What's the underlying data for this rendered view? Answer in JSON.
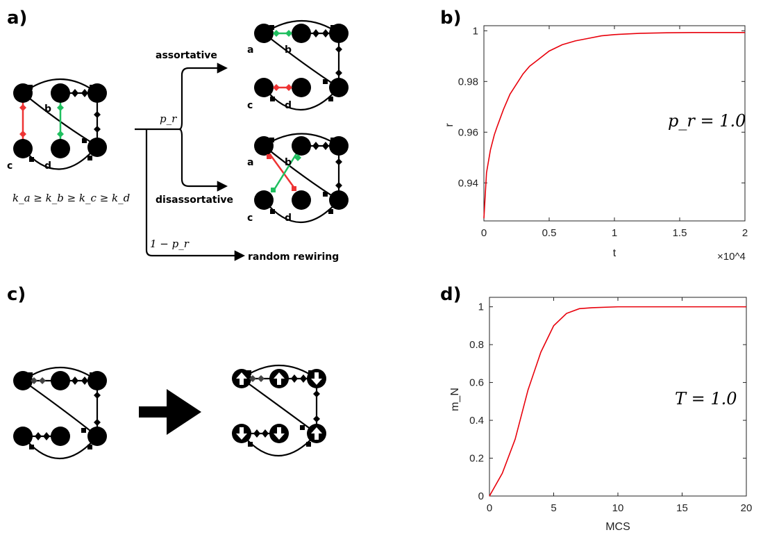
{
  "panels": {
    "a": {
      "label": "a)",
      "node_labels": [
        "a",
        "b",
        "c",
        "d"
      ],
      "degree_order": "k_a ≥ k_b ≥ k_c ≥ k_d",
      "branch_pr": "p_r",
      "branch_one_minus_pr": "1 − p_r",
      "assortative": "assortative",
      "disassortative": "disassortative",
      "random": "random rewiring"
    },
    "b": {
      "label": "b)",
      "annotation": "p_r = 1.0"
    },
    "c": {
      "label": "c)"
    },
    "d": {
      "label": "d)",
      "annotation": "T = 1.0"
    }
  },
  "colors": {
    "curve": "#e8000b",
    "assort_edge_green": "#1fbf5f",
    "assort_edge_red": "#ee3333",
    "node": "#000000"
  },
  "chart_data": [
    {
      "type": "line",
      "panel": "b",
      "xlabel": "t",
      "ylabel": "r",
      "x_multiplier": "×10^4",
      "xlim": [
        0,
        20000
      ],
      "ylim": [
        0.925,
        1.002
      ],
      "xticks": [
        0,
        0.5,
        1,
        1.5,
        2
      ],
      "yticks": [
        0.94,
        0.96,
        0.98,
        1
      ],
      "series": [
        {
          "x": [
            0,
            200,
            500,
            800,
            1000,
            1500,
            2000,
            2500,
            3000,
            3500,
            4000,
            5000,
            6000,
            7000,
            8000,
            9000,
            10000,
            12000,
            14000,
            16000,
            18000,
            20000
          ],
          "values": [
            0.926,
            0.944,
            0.953,
            0.959,
            0.962,
            0.969,
            0.975,
            0.979,
            0.983,
            0.986,
            0.988,
            0.992,
            0.9945,
            0.996,
            0.997,
            0.998,
            0.9985,
            0.999,
            0.9992,
            0.9993,
            0.9993,
            0.9993
          ]
        }
      ]
    },
    {
      "type": "line",
      "panel": "d",
      "xlabel": "MCS",
      "ylabel": "m_N",
      "xlim": [
        0,
        20
      ],
      "ylim": [
        0,
        1.05
      ],
      "xticks": [
        0,
        5,
        10,
        15,
        20
      ],
      "yticks": [
        0,
        0.2,
        0.4,
        0.6,
        0.8,
        1
      ],
      "series": [
        {
          "x": [
            0,
            1,
            2,
            3,
            4,
            5,
            6,
            7,
            8,
            10,
            12,
            15,
            20
          ],
          "values": [
            0,
            0.12,
            0.3,
            0.56,
            0.76,
            0.9,
            0.965,
            0.99,
            0.995,
            1.0,
            1.0,
            1.0,
            1.0
          ]
        }
      ]
    }
  ]
}
